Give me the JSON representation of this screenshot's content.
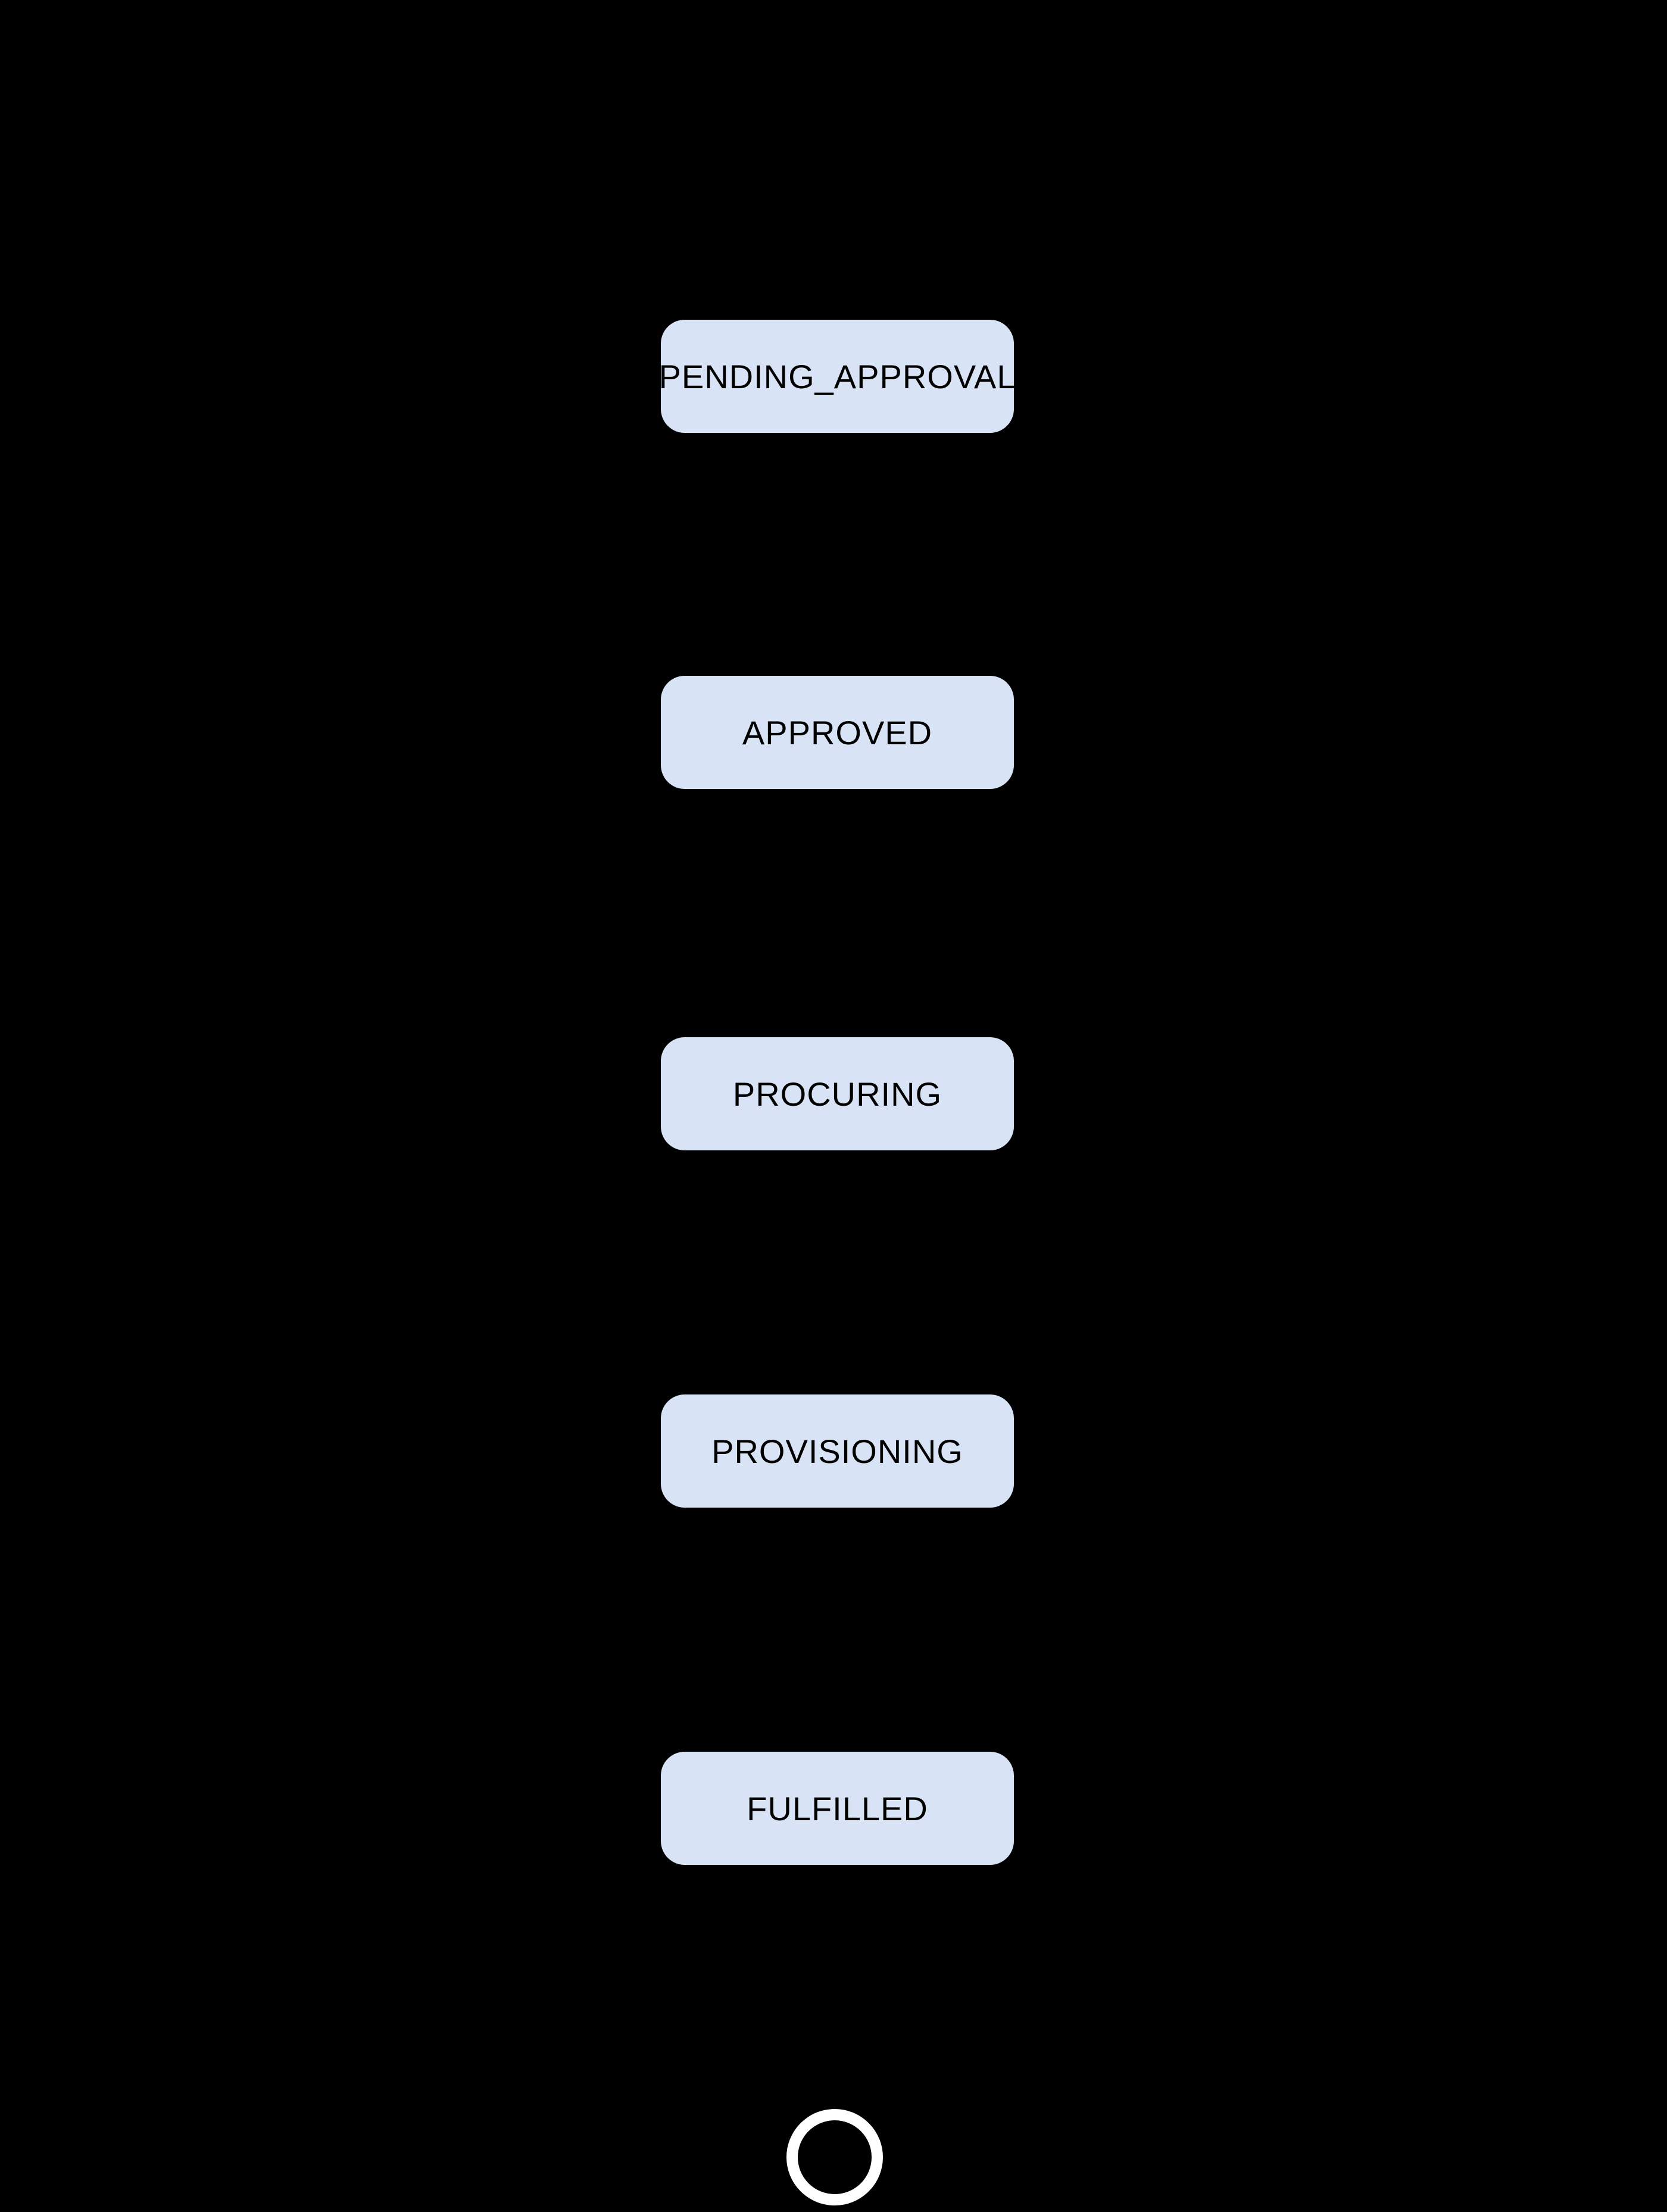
{
  "diagram": {
    "type": "state-flow-vertical",
    "background_color": "#000000",
    "node_fill_color": "#d8e4f6",
    "node_text_color": "#000000",
    "final_state_ring_color": "#ffffff",
    "states": [
      {
        "label": "PENDING_APPROVAL"
      },
      {
        "label": "APPROVED"
      },
      {
        "label": "PROCURING"
      },
      {
        "label": "PROVISIONING"
      },
      {
        "label": "FULFILLED"
      }
    ],
    "final_state": {
      "shape": "ring"
    }
  }
}
